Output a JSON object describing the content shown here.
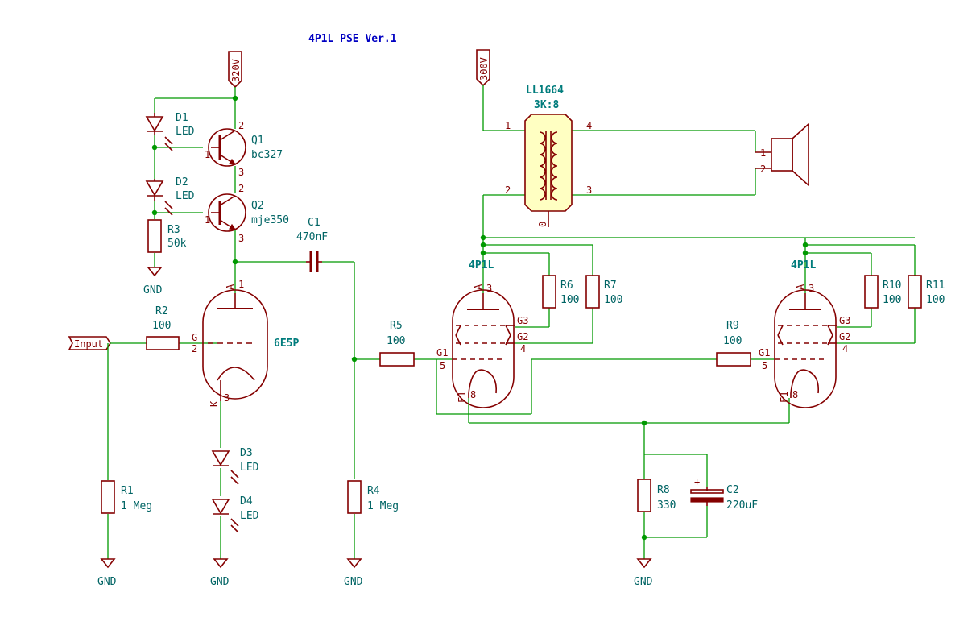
{
  "title": "4P1L PSE Ver.1",
  "power": {
    "v320": "320V",
    "v300": "300V",
    "input": "Input",
    "gnd": "GND"
  },
  "components": {
    "D1": {
      "ref": "D1",
      "value": "LED"
    },
    "D2": {
      "ref": "D2",
      "value": "LED"
    },
    "D3": {
      "ref": "D3",
      "value": "LED"
    },
    "D4": {
      "ref": "D4",
      "value": "LED"
    },
    "Q1": {
      "ref": "Q1",
      "value": "bc327"
    },
    "Q2": {
      "ref": "Q2",
      "value": "mje350"
    },
    "R1": {
      "ref": "R1",
      "value": "1 Meg"
    },
    "R2": {
      "ref": "R2",
      "value": "100"
    },
    "R3": {
      "ref": "R3",
      "value": "50k"
    },
    "R4": {
      "ref": "R4",
      "value": "1 Meg"
    },
    "R5": {
      "ref": "R5",
      "value": "100"
    },
    "R6": {
      "ref": "R6",
      "value": "100"
    },
    "R7": {
      "ref": "R7",
      "value": "100"
    },
    "R8": {
      "ref": "R8",
      "value": "330"
    },
    "R9": {
      "ref": "R9",
      "value": "100"
    },
    "R10": {
      "ref": "R10",
      "value": "100"
    },
    "R11": {
      "ref": "R11",
      "value": "100"
    },
    "C1": {
      "ref": "C1",
      "value": "470nF"
    },
    "C2": {
      "ref": "C2",
      "value": "220uF"
    },
    "V1": {
      "value": "6E5P"
    },
    "V2": {
      "value": "4P1L"
    },
    "V3": {
      "value": "4P1L"
    },
    "T1": {
      "ref": "LL1664",
      "value": "3K:8"
    }
  },
  "pins": {
    "one": "1",
    "two": "2",
    "three": "3",
    "four": "4",
    "five": "5",
    "eight": "8",
    "zero": "0",
    "A": "A",
    "G": "G",
    "K": "K",
    "G1": "G1",
    "G2": "G2",
    "G3": "G3",
    "F1": "F1",
    "plus": "+"
  }
}
